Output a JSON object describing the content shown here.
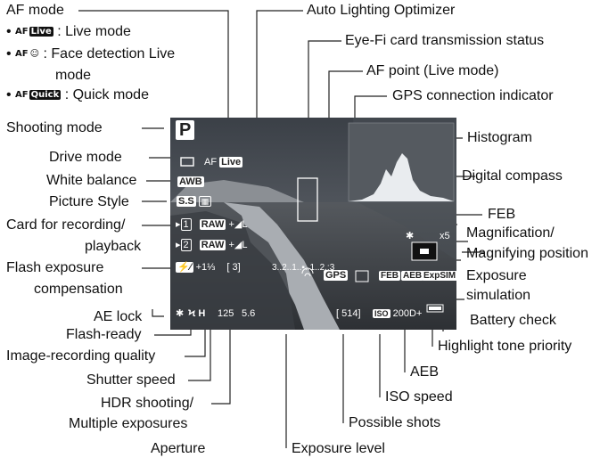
{
  "labels": {
    "af_mode": "AF mode",
    "live_mode": ": Live mode",
    "face_detection": ": Face detection Live",
    "face_detection_2": "mode",
    "quick_mode": ": Quick mode",
    "af_chip": "AF",
    "live_chip": "Live",
    "face_chip": "☺",
    "quick_chip": "Quick",
    "shooting_mode": "Shooting mode",
    "drive_mode": "Drive mode",
    "white_balance": "White balance",
    "picture_style": "Picture Style",
    "card_recording_1": "Card for recording/",
    "card_recording_2": "playback",
    "flash_comp_1": "Flash exposure",
    "flash_comp_2": "compensation",
    "ae_lock": "AE lock",
    "flash_ready": "Flash-ready",
    "image_quality": "Image-recording quality",
    "shutter_speed": "Shutter speed",
    "hdr_1": "HDR shooting/",
    "hdr_2": "Multiple exposures",
    "aperture": "Aperture",
    "exposure_level": "Exposure level",
    "possible_shots": "Possible shots",
    "iso_speed": "ISO speed",
    "aeb": "AEB",
    "highlight_tone": "Highlight tone priority",
    "battery_check": "Battery check",
    "exposure_sim_1": "Exposure",
    "exposure_sim_2": "simulation",
    "magnification_1": "Magnification/",
    "magnification_2": "Magnifying position",
    "feb": "FEB",
    "digital_compass": "Digital compass",
    "histogram": "Histogram",
    "gps_indicator": "GPS connection indicator",
    "af_point": "AF point (Live mode)",
    "eyefi": "Eye-Fi card transmission status",
    "alo": "Auto Lighting Optimizer"
  },
  "screen": {
    "mode": "P",
    "af_live_af": "AF",
    "af_live": "Live",
    "wb": "AWB",
    "ps_a": "S.S",
    "card1": "1",
    "card2": "2",
    "raw1": "RAW",
    "raw2": "RAW",
    "quality1": "+◢L",
    "quality2": "+◢L",
    "flash_comp": "+1⅓",
    "bracket": "[ 3]",
    "ae_lock": "✱",
    "flash": "Ϟ H",
    "shutter": "125",
    "aperture": "5.6",
    "exp_scale": "3..2..1..▪..1..2.:3",
    "shots": "[ 514]",
    "iso_label": "ISO",
    "iso": "200",
    "d_plus": "D+",
    "gps": "GPS",
    "feb": "FEB",
    "aeb": "AEB",
    "expsim": "ExpSIM",
    "mag_star": "✱",
    "mag": "x5"
  }
}
